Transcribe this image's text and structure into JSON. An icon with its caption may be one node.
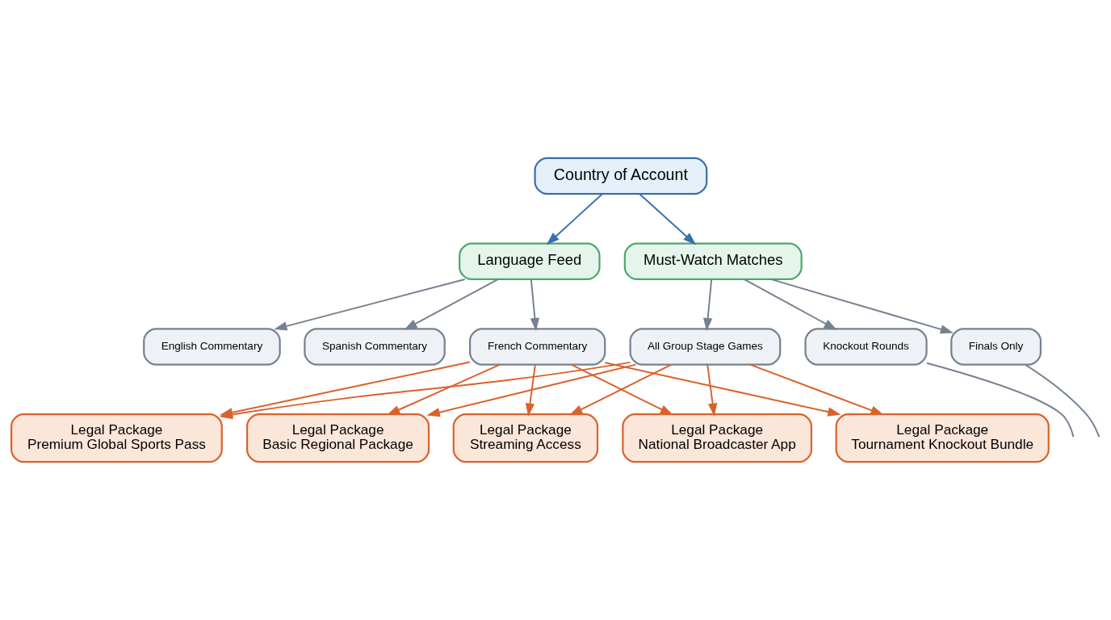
{
  "diagram": {
    "nodes": [
      {
        "text": [
          "Country of Account"
        ]
      },
      {
        "text": [
          "Language Feed"
        ]
      },
      {
        "text": [
          "Must-Watch Matches"
        ]
      },
      {
        "text": [
          "English Commentary"
        ]
      },
      {
        "text": [
          "Spanish Commentary"
        ]
      },
      {
        "text": [
          "French Commentary"
        ]
      },
      {
        "text": [
          "All Group Stage Games"
        ]
      },
      {
        "text": [
          "Knockout Rounds"
        ]
      },
      {
        "text": [
          "Finals Only"
        ]
      },
      {
        "text": [
          "Legal Package",
          "Premium Global Sports Pass"
        ]
      },
      {
        "text": [
          "Legal Package",
          "Basic Regional Package"
        ]
      },
      {
        "text": [
          "Legal Package",
          "Streaming Access"
        ]
      },
      {
        "text": [
          "Legal Package",
          "National Broadcaster App"
        ]
      },
      {
        "text": [
          "Legal Package",
          "Tournament Knockout Bundle"
        ]
      }
    ],
    "edges": [
      {
        "from": 0,
        "to": 1,
        "arrow": "to",
        "color": "#3a6fb0"
      },
      {
        "from": 0,
        "to": 2,
        "arrow": "to",
        "color": "#3a6fb0"
      },
      {
        "from": 1,
        "to": 3,
        "arrow": "to",
        "color": "#75818f"
      },
      {
        "from": 1,
        "to": 4,
        "arrow": "to",
        "color": "#75818f"
      },
      {
        "from": 1,
        "to": 5,
        "arrow": "to",
        "color": "#75818f"
      },
      {
        "from": 2,
        "to": 6,
        "arrow": "to",
        "color": "#75818f"
      },
      {
        "from": 2,
        "to": 7,
        "arrow": "to",
        "color": "#75818f"
      },
      {
        "from": 2,
        "to": 8,
        "arrow": "to",
        "color": "#75818f"
      },
      {
        "from": 7,
        "to": null,
        "arrow": "none",
        "color": "#75818f"
      },
      {
        "from": 8,
        "to": null,
        "arrow": "none",
        "color": "#75818f"
      },
      {
        "from": 5,
        "to": 9,
        "arrow": "to"
      },
      {
        "from": 5,
        "to": 10,
        "arrow": "to"
      },
      {
        "from": 5,
        "to": 11,
        "arrow": "to"
      },
      {
        "from": 5,
        "to": 12,
        "arrow": "to"
      },
      {
        "from": 5,
        "to": 13,
        "arrow": "to"
      },
      {
        "from": 6,
        "to": 9,
        "arrow": "to"
      },
      {
        "from": 6,
        "to": 10,
        "arrow": "to"
      },
      {
        "from": 6,
        "to": 11,
        "arrow": "to"
      },
      {
        "from": 6,
        "to": 12,
        "arrow": "to"
      },
      {
        "from": 6,
        "to": 13,
        "arrow": "to"
      }
    ]
  }
}
